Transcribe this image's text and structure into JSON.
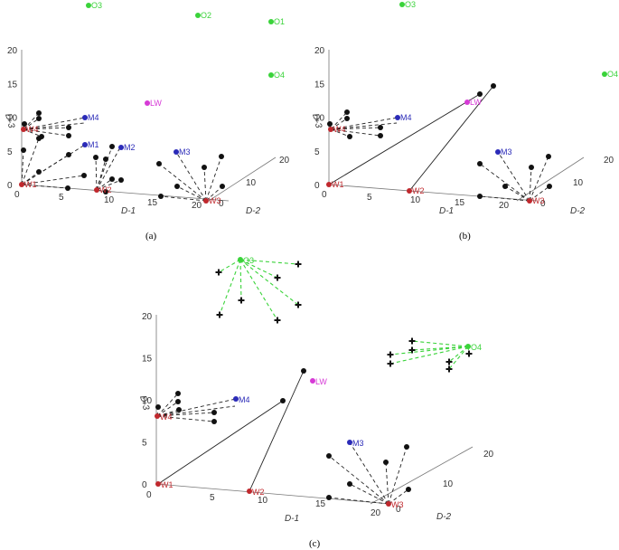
{
  "chart_data": [
    {
      "panel": "a",
      "type": "scatter",
      "caption": "(a)",
      "xlabel": "D-1",
      "ylabel": "D-3",
      "zlabel": "D-2",
      "xticks": [
        "0",
        "5",
        "10",
        "15",
        "20"
      ],
      "zticks": [
        "0",
        "10",
        "20"
      ],
      "yticks": [
        "0",
        "5",
        "10",
        "15",
        "20"
      ],
      "labels": [
        "W1",
        "W2",
        "W3",
        "W4",
        "M1",
        "M2",
        "M3",
        "M4",
        "LW",
        "O1",
        "O2",
        "O3",
        "O4"
      ]
    },
    {
      "panel": "b",
      "type": "scatter",
      "caption": "(b)",
      "xlabel": "D-1",
      "ylabel": "D-3",
      "zlabel": "D-2",
      "xticks": [
        "0",
        "5",
        "10",
        "15",
        "20"
      ],
      "zticks": [
        "0",
        "10",
        "20"
      ],
      "yticks": [
        "0",
        "5",
        "10",
        "15",
        "20"
      ],
      "labels": [
        "W1",
        "W2",
        "W3",
        "W4",
        "M3",
        "M4",
        "LW",
        "O3",
        "O4"
      ]
    },
    {
      "panel": "c",
      "type": "scatter",
      "caption": "(c)",
      "xlabel": "D-1",
      "ylabel": "D-3",
      "zlabel": "D-2",
      "xticks": [
        "0",
        "5",
        "10",
        "15",
        "20"
      ],
      "zticks": [
        "0",
        "10",
        "20"
      ],
      "yticks": [
        "0",
        "5",
        "10",
        "15",
        "20"
      ],
      "labels": [
        "W1",
        "W2",
        "W3",
        "W4",
        "M3",
        "M4",
        "LW",
        "O3",
        "O4"
      ]
    }
  ],
  "colors": {
    "warehouse": "#c0282d",
    "manufacturer": "#2b2bb8",
    "landfill": "#d63ad6",
    "outlet": "#3ad33a",
    "customer": "#111111",
    "axis": "#777777"
  }
}
